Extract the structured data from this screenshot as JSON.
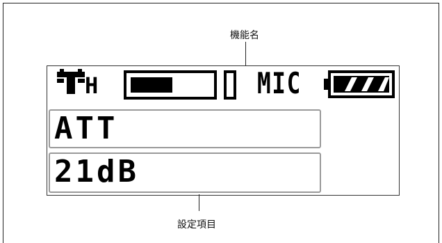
{
  "callouts": {
    "function_name": "機能名",
    "setting_item": "設定項目"
  },
  "lcd": {
    "antenna_letter": "H",
    "mic_label": "MIC",
    "function_value": "ATT",
    "setting_value": "21dB"
  },
  "icons": [
    "antenna-icon",
    "rf-level-meter-icon",
    "battery-icon"
  ],
  "colors": {
    "lcd_pixel": "#000000",
    "callout_frame": "#999999",
    "border": "#222222"
  }
}
